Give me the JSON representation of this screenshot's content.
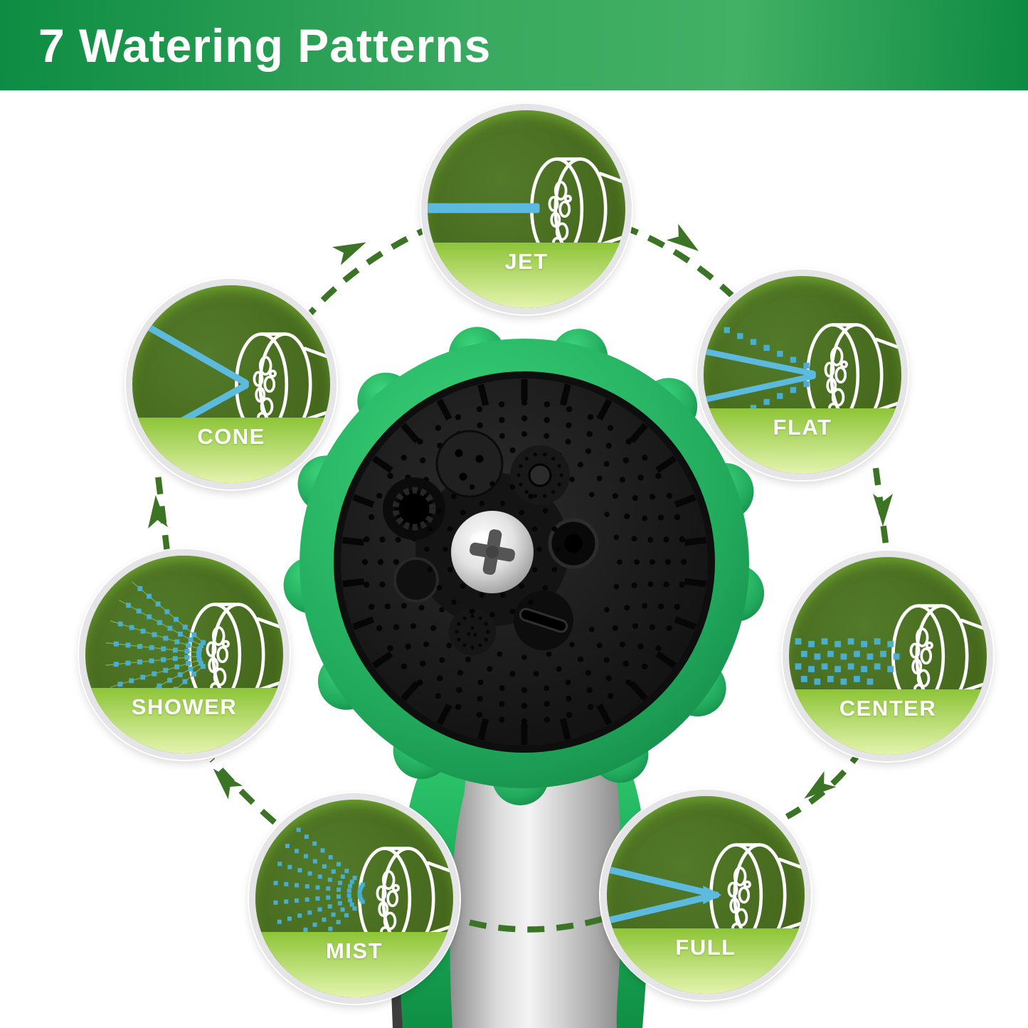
{
  "header": {
    "title": "7 Watering Patterns"
  },
  "patterns": [
    {
      "label": "JET",
      "spray": "jet"
    },
    {
      "label": "FLAT",
      "spray": "flat"
    },
    {
      "label": "CENTER",
      "spray": "center"
    },
    {
      "label": "FULL",
      "spray": "full"
    },
    {
      "label": "MIST",
      "spray": "mist"
    },
    {
      "label": "SHOWER",
      "spray": "shower"
    },
    {
      "label": "CONE",
      "spray": "cone"
    }
  ],
  "colors": {
    "banner_green_left": "#0e8c43",
    "banner_green_mid": "#38a95e",
    "circle_dark_green": "#45671c",
    "band_light_green": "#8dc437",
    "spray_blue": "#5cbade",
    "spray_dot_blue": "#49aecf",
    "arrow_green": "#3c7426",
    "rim_green": "#21a95c",
    "handle_silver": "#dcdcdc"
  }
}
